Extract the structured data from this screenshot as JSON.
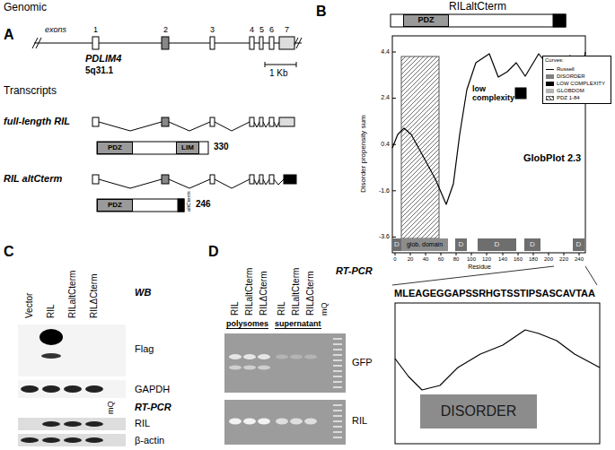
{
  "diagram": {
    "nodes": [
      {
        "text": [
          "PDZ"
        ]
      },
      {
        "text": [
          "LIM"
        ]
      },
      {
        "text": [
          "PDZ"
        ]
      },
      {
        "text": [
          "PDZ"
        ]
      },
      {
        "text": [
          "D"
        ]
      },
      {
        "text": [
          "glob. domain"
        ]
      },
      {
        "text": [
          "D"
        ]
      },
      {
        "text": [
          "D"
        ]
      },
      {
        "text": [
          "D"
        ]
      },
      {
        "text": [
          "D"
        ]
      },
      {
        "text": [
          "DISORDER"
        ]
      }
    ],
    "labels": [
      "A",
      "Genomic",
      "exons",
      "1",
      "2",
      "3",
      "4",
      "5",
      "6",
      "7",
      "PDLIM4",
      "5q31.1",
      "1 Kb",
      "Transcripts",
      "full-length RIL",
      "330",
      "RIL altCterm",
      "altCterm",
      "246",
      "B",
      "RILaltCterm",
      "Disorder propensity sum",
      "4.4",
      "2.4",
      "0.4",
      "-1.6",
      "-3.6",
      "0",
      "20",
      "40",
      "60",
      "80",
      "100",
      "120",
      "140",
      "160",
      "180",
      "200",
      "220",
      "240",
      "Residue",
      "low complexity",
      "GlobPlot 2.3",
      "Curves:",
      "MLEAGEGGAPSSRHGTSSTIPSASCAVTAA",
      "C",
      "Vector",
      "RIL",
      "RILaltCterm",
      "RILΔCterm",
      "WB",
      "Flag",
      "GAPDH",
      "RT-PCR",
      "mQ",
      "RIL",
      "β-actin",
      "D",
      "RIL",
      "RILaltCterm",
      "RILΔCterm",
      "RIL",
      "RILaltCterm",
      "RILΔCterm",
      "mQ",
      "RT-PCR",
      "polysomes",
      "supernatant",
      "GFP",
      "RIL"
    ],
    "legend": [
      {
        "text": "Russell"
      },
      {
        "text": "DISORDER",
        "color": "#808080"
      },
      {
        "text": "LOW COMPLEXITY",
        "color": "#000000"
      },
      {
        "text": "GLOBDOM",
        "color": "#b4b4b4"
      },
      {
        "text": "PDZ 1-84"
      }
    ]
  }
}
